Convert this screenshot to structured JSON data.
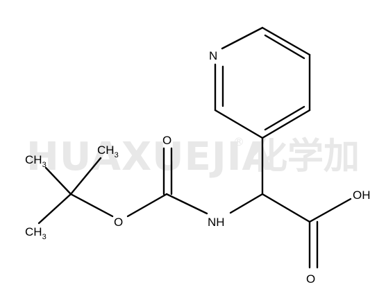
{
  "watermark": {
    "latin": "HUAXUEJIA",
    "registered": "®",
    "cjk": "化学加"
  },
  "atoms": {
    "pyridine_n": "N",
    "carbonyl_o_top": "O",
    "ester_o": "O",
    "amide_nh": "NH",
    "acid_oh": "OH",
    "acid_o_bottom": "O",
    "ch3_top": {
      "base": "CH",
      "sub": "3"
    },
    "ch3_left": {
      "base": "CH",
      "sub": "3"
    },
    "ch3_bottom": {
      "base": "CH",
      "sub": "3"
    }
  }
}
